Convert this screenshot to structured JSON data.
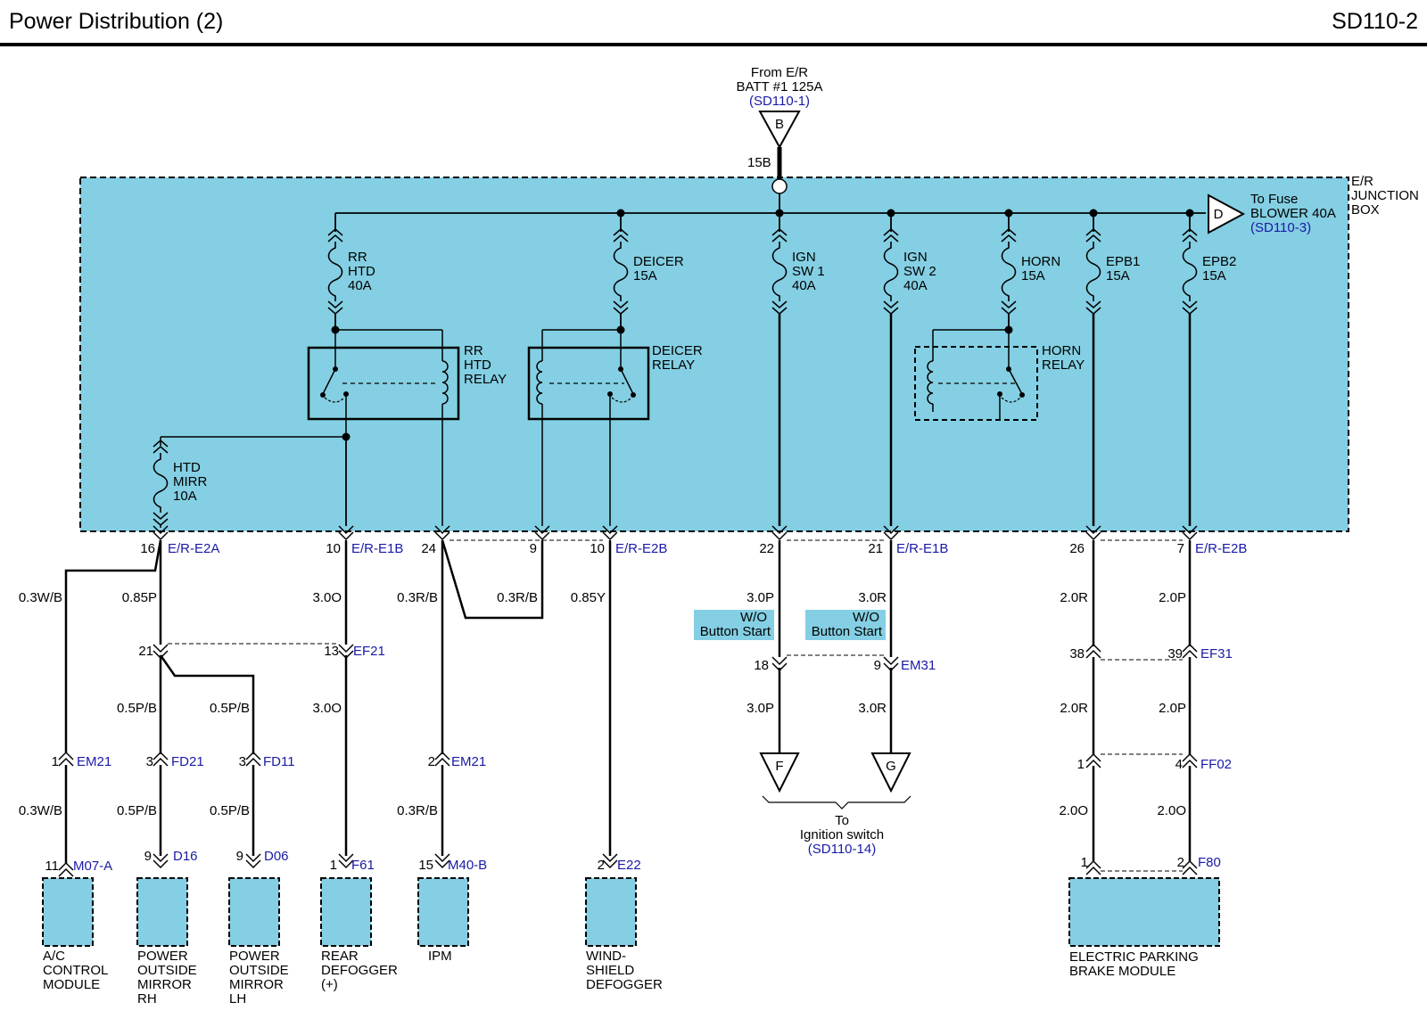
{
  "header": {
    "title": "Power Distribution (2)",
    "code": "SD110-2"
  },
  "source": {
    "line1": "From E/R",
    "line2": "BATT #1 125A",
    "ref": "(SD110-1)",
    "connector": "B",
    "pin": "15B"
  },
  "box": {
    "line1": "E/R",
    "line2": "JUNCTION",
    "line3": "BOX"
  },
  "to_fuse": {
    "connector": "D",
    "line1": "To Fuse",
    "line2": "BLOWER 40A",
    "ref": "(SD110-3)"
  },
  "fuses": [
    {
      "id": "rr_htd",
      "l1": "RR",
      "l2": "HTD",
      "l3": "40A"
    },
    {
      "id": "deicer",
      "l1": "DEICER",
      "l2": "15A",
      "l3": ""
    },
    {
      "id": "ign1",
      "l1": "IGN",
      "l2": "SW 1",
      "l3": "40A"
    },
    {
      "id": "ign2",
      "l1": "IGN",
      "l2": "SW 2",
      "l3": "40A"
    },
    {
      "id": "horn",
      "l1": "HORN",
      "l2": "15A",
      "l3": ""
    },
    {
      "id": "epb1",
      "l1": "EPB1",
      "l2": "15A",
      "l3": ""
    },
    {
      "id": "epb2",
      "l1": "EPB2",
      "l2": "15A",
      "l3": ""
    },
    {
      "id": "htd_mirr",
      "l1": "HTD",
      "l2": "MIRR",
      "l3": "10A"
    }
  ],
  "relays": [
    {
      "id": "rr_htd_relay",
      "l1": "RR",
      "l2": "HTD",
      "l3": "RELAY"
    },
    {
      "id": "deicer_relay",
      "l1": "DEICER",
      "l2": "RELAY",
      "l3": ""
    },
    {
      "id": "horn_relay",
      "l1": "HORN",
      "l2": "RELAY",
      "l3": ""
    }
  ],
  "box_pins": [
    {
      "pin": "16",
      "conn": "E/R-E2A"
    },
    {
      "pin": "10",
      "conn": "E/R-E1B"
    },
    {
      "pin": "24",
      "conn": ""
    },
    {
      "pin": "9",
      "conn": ""
    },
    {
      "pin": "10",
      "conn": "E/R-E2B"
    },
    {
      "pin": "22",
      "conn": ""
    },
    {
      "pin": "21",
      "conn": "E/R-E1B"
    },
    {
      "pin": "26",
      "conn": ""
    },
    {
      "pin": "7",
      "conn": "E/R-E2B"
    }
  ],
  "wires": [
    "0.3W/B",
    "0.85P",
    "3.0O",
    "0.3R/B",
    "0.3R/B",
    "0.85Y",
    "3.0P",
    "3.0R",
    "2.0R",
    "2.0P",
    "0.5P/B",
    "0.5P/B",
    "3.0O",
    "3.0P",
    "3.0R",
    "2.0R",
    "2.0P",
    "0.3W/B",
    "0.5P/B",
    "0.5P/B",
    "0.3R/B",
    "2.0O",
    "2.0O"
  ],
  "wo_button_start": {
    "l1": "W/O",
    "l2": "Button Start"
  },
  "inline_connectors": [
    {
      "pin": "21",
      "conn": ""
    },
    {
      "pin": "13",
      "conn": "EF21"
    },
    {
      "pin": "18",
      "conn": ""
    },
    {
      "pin": "9",
      "conn": "EM31"
    },
    {
      "pin": "38",
      "conn": ""
    },
    {
      "pin": "39",
      "conn": "EF31"
    },
    {
      "pin": "1",
      "conn": "EM21"
    },
    {
      "pin": "3",
      "conn": "FD21"
    },
    {
      "pin": "3",
      "conn": "FD11"
    },
    {
      "pin": "2",
      "conn": "EM21"
    },
    {
      "pin": "1",
      "conn": ""
    },
    {
      "pin": "4",
      "conn": "FF02"
    }
  ],
  "component_pins": [
    {
      "pin": "11",
      "conn": "M07-A"
    },
    {
      "pin": "9",
      "conn": "D16"
    },
    {
      "pin": "9",
      "conn": "D06"
    },
    {
      "pin": "1",
      "conn": "F61"
    },
    {
      "pin": "15",
      "conn": "M40-B"
    },
    {
      "pin": "2",
      "conn": "E22"
    },
    {
      "pin": "1",
      "conn": ""
    },
    {
      "pin": "2",
      "conn": "F80"
    }
  ],
  "ignition": {
    "f": "F",
    "g": "G",
    "l1": "To",
    "l2": "Ignition switch",
    "ref": "(SD110-14)"
  },
  "components": [
    {
      "l1": "A/C",
      "l2": "CONTROL",
      "l3": "MODULE",
      "l4": ""
    },
    {
      "l1": "POWER",
      "l2": "OUTSIDE",
      "l3": "MIRROR",
      "l4": "RH"
    },
    {
      "l1": "POWER",
      "l2": "OUTSIDE",
      "l3": "MIRROR",
      "l4": "LH"
    },
    {
      "l1": "REAR",
      "l2": "DEFOGGER",
      "l3": "(+)",
      "l4": ""
    },
    {
      "l1": "IPM",
      "l2": "",
      "l3": "",
      "l4": ""
    },
    {
      "l1": "WIND-",
      "l2": "SHIELD",
      "l3": "DEFOGGER",
      "l4": ""
    },
    {
      "l1": "ELECTRIC PARKING",
      "l2": "BRAKE MODULE",
      "l3": "",
      "l4": ""
    }
  ],
  "colors": {
    "box_fill": "#84cfe3",
    "ref_text": "#1a1aa6",
    "wire": "#000000"
  }
}
